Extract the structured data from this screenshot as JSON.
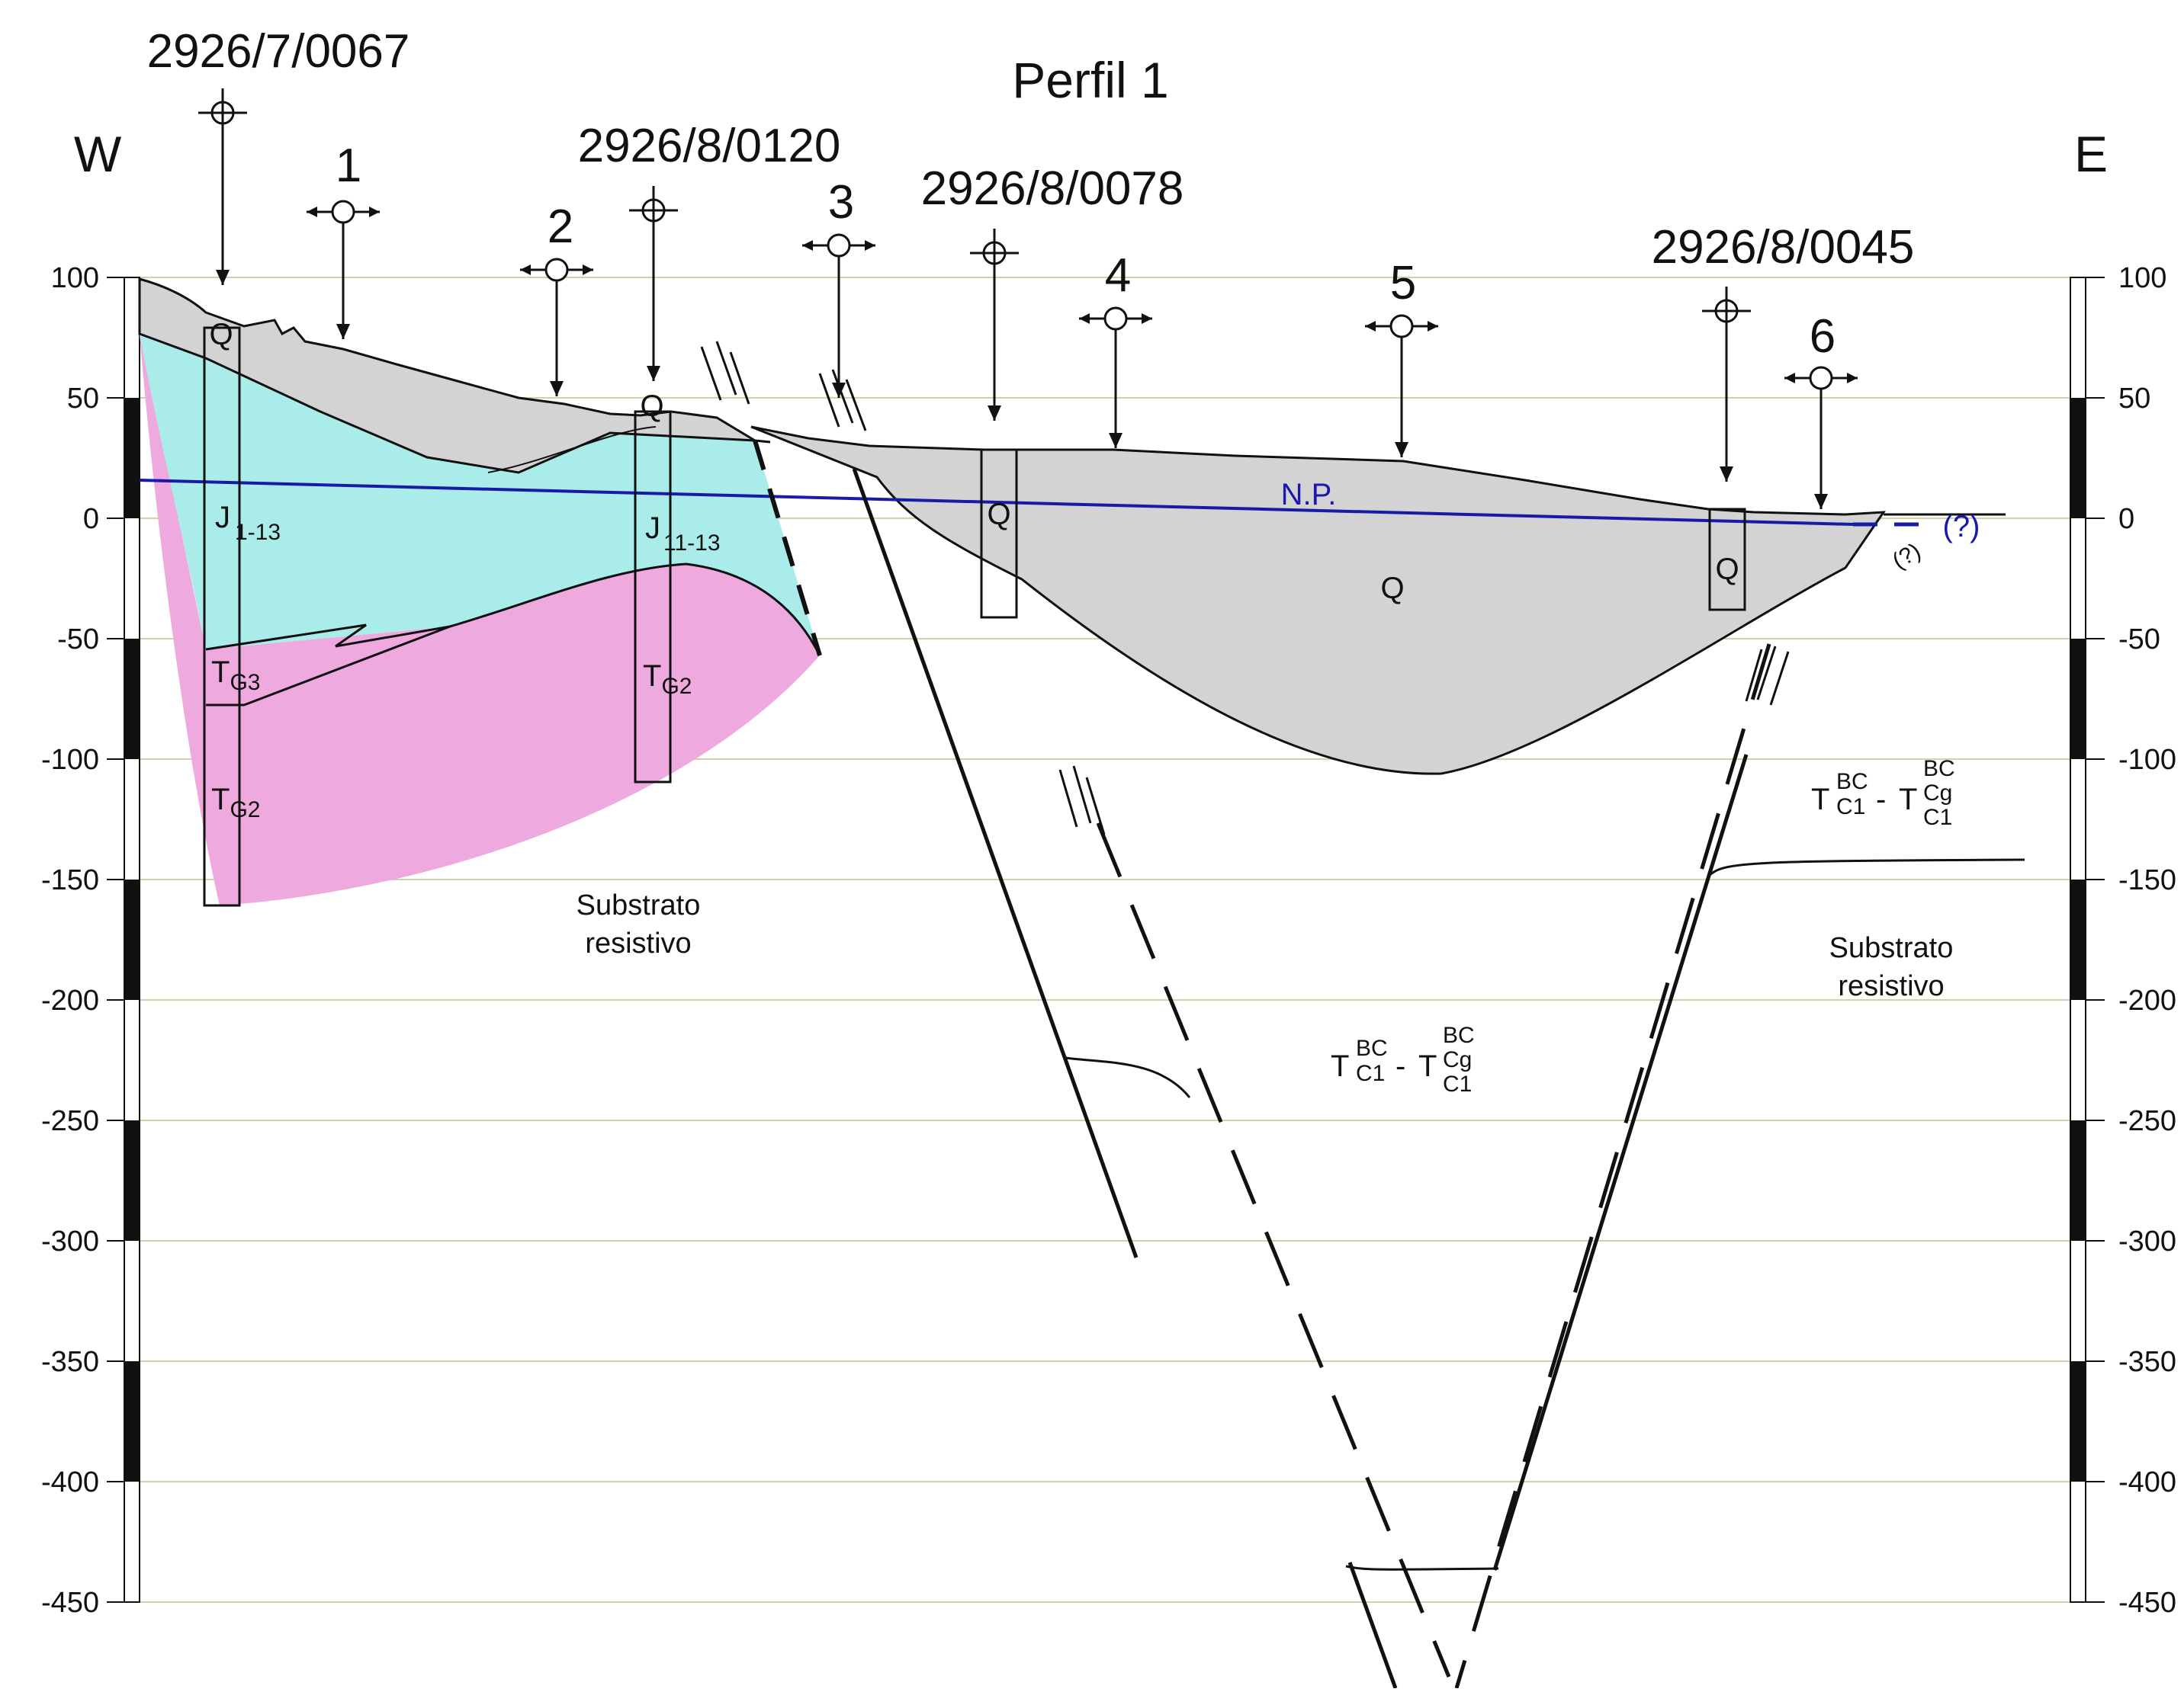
{
  "title": "Perfil 1",
  "orientation": {
    "west": "W",
    "east": "E"
  },
  "elevation_ticks": [
    "100",
    "50",
    "0",
    "-50",
    "-100",
    "-150",
    "-200",
    "-250",
    "-300",
    "-350",
    "-400",
    "-450"
  ],
  "wells": [
    {
      "id": "2926/7/0067"
    },
    {
      "id": "2926/8/0120"
    },
    {
      "id": "2926/8/0078"
    },
    {
      "id": "2926/8/0045"
    }
  ],
  "sounding_points": [
    "1",
    "2",
    "3",
    "4",
    "5",
    "6"
  ],
  "water_table": {
    "label": "N.P.",
    "uncertain": "(?)",
    "color": "#1a1aa8"
  },
  "units": {
    "quaternary": "Q",
    "jurassic": {
      "base": "J",
      "sub": "11-13"
    },
    "jurassic_left_sub": "1-13",
    "tg3": {
      "base": "T",
      "sub": "G3"
    },
    "tg2": {
      "base": "T",
      "sub": "G2"
    },
    "cretaceous": {
      "base": "T",
      "sup1": "BC",
      "sub1": "C1",
      "sep": "-",
      "base2": "T",
      "sup2": "BC",
      "mid2": "Cg",
      "sub2": "C1"
    }
  },
  "substrate": {
    "line1": "Substrato",
    "line2": "resistivo"
  },
  "uncertain_mark": "(?)",
  "colors": {
    "quaternary": "#d3d3d3",
    "jurassic": "#a9ecea",
    "triassic": "#eeaadf",
    "gridline": "#d8cfa8"
  }
}
